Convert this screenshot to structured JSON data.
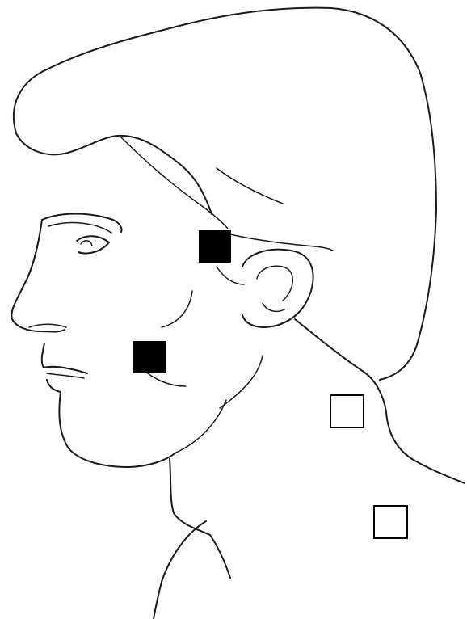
{
  "figure": {
    "subject": "head-and-neck-profile",
    "line_color": "#1a1a1a",
    "background_color": "#ffffff"
  },
  "markers": [
    {
      "id": "marker-1",
      "style": "filled",
      "fill_color": "#000000"
    },
    {
      "id": "marker-2",
      "style": "filled",
      "fill_color": "#000000"
    },
    {
      "id": "marker-3",
      "style": "outline",
      "fill_color": "#ffffff",
      "stroke_color": "#000000"
    },
    {
      "id": "marker-4",
      "style": "outline",
      "fill_color": "#ffffff",
      "stroke_color": "#000000"
    }
  ]
}
